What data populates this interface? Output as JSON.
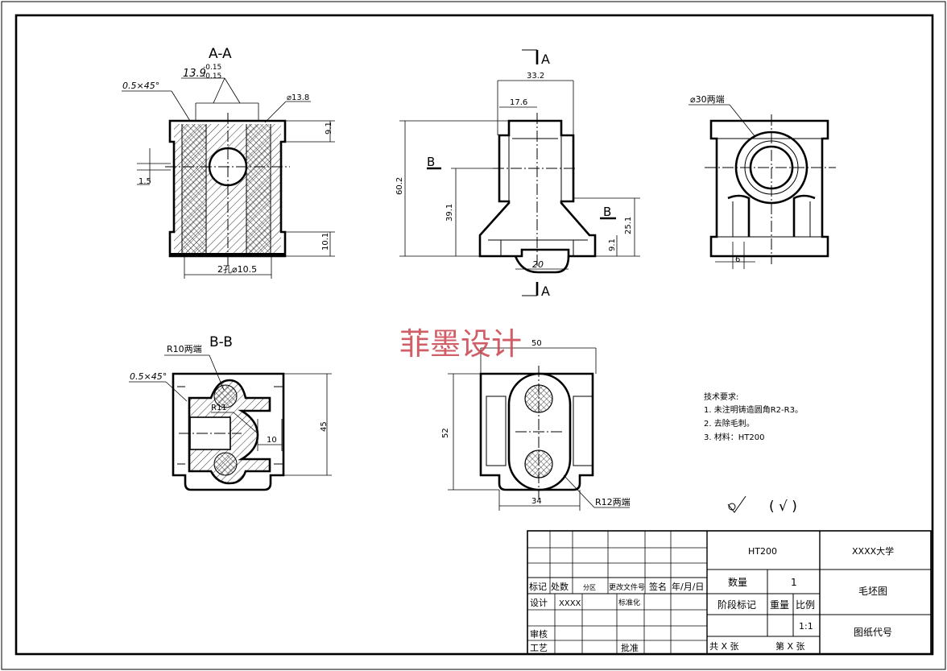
{
  "views": {
    "section_aa": {
      "title": "A-A",
      "chamfer": "0.5×45°",
      "tol_value": "13.9",
      "tol_upper": "-0.15",
      "tol_lower": "-0.15",
      "dia_top": "⌀13.8",
      "dim_top_right": "9.1",
      "dim_left": "1.5",
      "dim_bottom_right": "10.1",
      "holes": "2孔⌀10.5"
    },
    "front": {
      "section_mark_top": "A",
      "section_mark_bottom": "A",
      "b_mark_left": "B",
      "b_mark_right": "B",
      "dim_width": "33.2",
      "dim_inner": "17.6",
      "dim_height": "60.2",
      "dim_mid": "39.1",
      "dim_right": "25.1",
      "dim_base": "9.1",
      "dim_slot": "20"
    },
    "side": {
      "dia": "⌀30两端",
      "dim_bottom": "6"
    },
    "section_bb": {
      "title": "B-B",
      "radius_top": "R10两端",
      "chamfer": "0.5×45°",
      "radius_inner": "R11",
      "dim_inner": "10",
      "dim_height": "45"
    },
    "top_view": {
      "dim_width": "50",
      "dim_height": "52",
      "dim_bottom": "34",
      "radius": "R12两端"
    }
  },
  "watermark": "菲墨设计",
  "notes": {
    "title": "技术要求:",
    "items": [
      "1. 未注明铸造圆角R2-R3。",
      "2. 去除毛刺。",
      "3. 材料：HT200"
    ]
  },
  "surface_symbol": "( √ )",
  "title_block": {
    "material": "HT200",
    "school": "XXXX大学",
    "drawing_name": "毛坯图",
    "drawing_code": "图纸代号",
    "quantity_label": "数量",
    "quantity_value": "1",
    "stage_label": "阶段标记",
    "weight_label": "重量",
    "scale_label": "比例",
    "scale_value": "1:1",
    "total_sheets": "共  X  张",
    "sheet_no": "第  X  张",
    "rev_headers": [
      "标记",
      "处数",
      "分区",
      "更改文件号",
      "签名",
      "年/月/日"
    ],
    "design_label": "设计",
    "designer": "XXXX",
    "standard_label": "标准化",
    "review_label": "审核",
    "process_label": "工艺",
    "approve_label": "批准"
  }
}
